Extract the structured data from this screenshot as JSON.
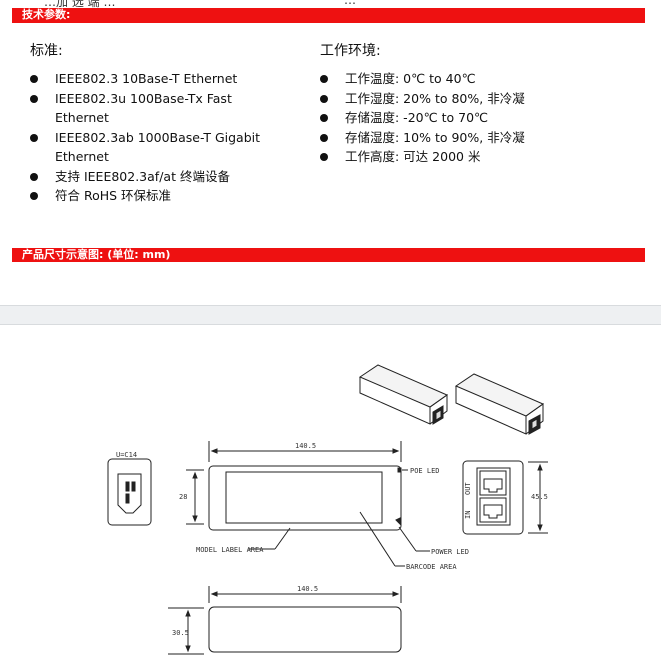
{
  "cut_top": {
    "left": "…加 选 端 …",
    "right": "…"
  },
  "section_tech": {
    "title": "技术参数:"
  },
  "standards": {
    "title": "标准:",
    "items": [
      "IEEE802.3 10Base-T Ethernet",
      "IEEE802.3u 100Base-Tx Fast Ethernet",
      "IEEE802.3ab 1000Base-T Gigabit Ethernet",
      "支持 IEEE802.3af/at  终端设备",
      "符合 RoHS  环保标准"
    ]
  },
  "environment": {
    "title": "工作环境:",
    "items": [
      "工作温度: 0℃ to 40℃",
      "工作湿度: 20% to 80%,  非冷凝",
      "存储温度: -20℃ to 70℃",
      "存储湿度: 10% to 90%,  非冷凝",
      "工作高度:  可达  2000 米"
    ]
  },
  "section_dims": {
    "title": "产品尺寸示意图: (单位: mm)"
  },
  "drawing": {
    "connector_label": "U=C14",
    "length_top": "140.5",
    "height_label": "28",
    "poe_led": "POE LED",
    "model_label_area": "MODEL LABEL AREA",
    "power_led": "POWER LED",
    "barcode_area": "BARCODE AREA",
    "port_out": "OUT",
    "port_in": "IN",
    "side_height": "45.5",
    "length_bottom": "140.5",
    "thickness": "30.5"
  }
}
